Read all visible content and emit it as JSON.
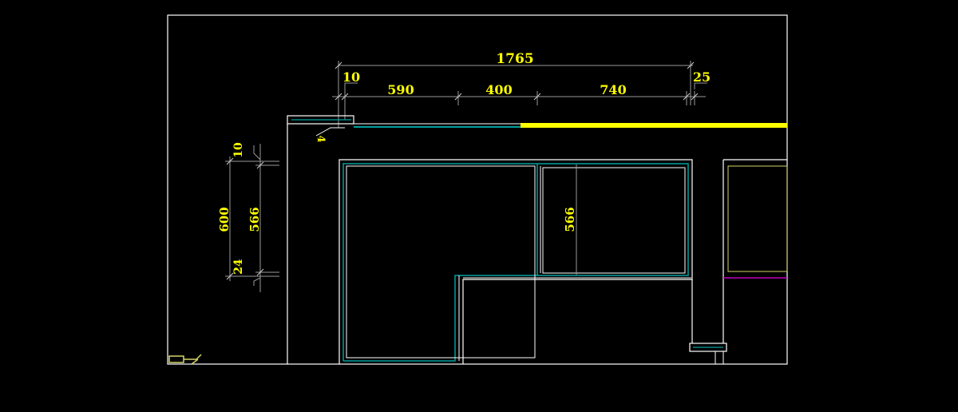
{
  "colors": {
    "background": "#000000",
    "frame": "#ffffff",
    "dimension_text": "#ffff00",
    "dimension_line": "#9a9a9a",
    "outline": "#ffffff",
    "inner_line": "#00a0a0",
    "highlight": "#ffff00",
    "cabinet_inner": "#d4d46a",
    "magenta": "#c000c0"
  },
  "dimensions": {
    "overall_width": "1765",
    "offset_left": "10",
    "segment_1": "590",
    "segment_2": "400",
    "segment_3": "740",
    "offset_right": "25",
    "plate_thickness": "4",
    "top_gap": "10",
    "overall_height": "600",
    "inner_height": "566",
    "bottom_gap": "24",
    "right_panel_height": "566"
  }
}
